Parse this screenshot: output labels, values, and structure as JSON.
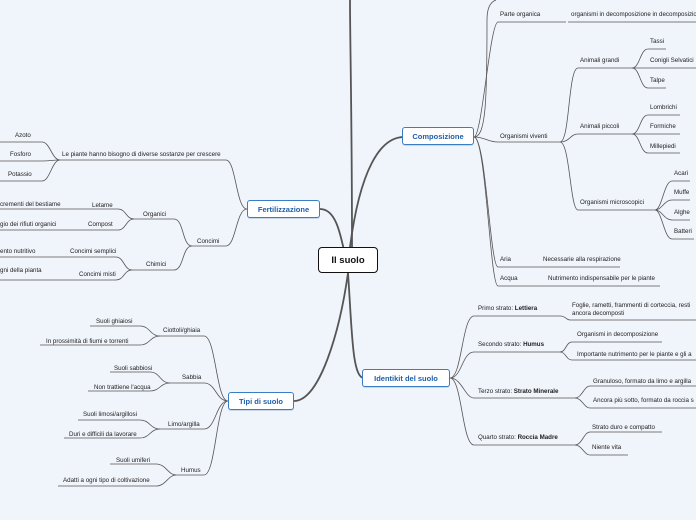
{
  "root": {
    "label": "Il suolo"
  },
  "branches": {
    "composizione": {
      "label": "Composizione",
      "items": {
        "parte_organica": {
          "label": "Parte organica",
          "value": "organismi in decomposizione in decomposizione"
        },
        "organismi_viventi": {
          "label": "Organismi viventi",
          "animali_grandi": {
            "label": "Animali grandi",
            "items": [
              "Tassi",
              "Conigli Selvatici",
              "Talpe"
            ]
          },
          "animali_piccoli": {
            "label": "Animali piccoli",
            "items": [
              "Lombrichi",
              "Formiche",
              "Millepiedi"
            ]
          },
          "organismi_microscopici": {
            "label": "Organismi microscopici",
            "items": [
              "Acari",
              "Muffe",
              "Alghe",
              "Batteri"
            ]
          }
        },
        "aria": {
          "label": "Aria",
          "value": "Necessarie alla respirazione"
        },
        "acqua": {
          "label": "Acqua",
          "value": "Nutrimento indispensabile per le piante"
        }
      }
    },
    "identikit": {
      "label": "Identikit del suolo",
      "strati": [
        {
          "prefix": "Primo strato: ",
          "name": "Lettiera",
          "details": [
            "Foglie, rametti, frammenti di corteccia, resti ancora decomposti"
          ]
        },
        {
          "prefix": "Secondo strato: ",
          "name": "Humus",
          "details": [
            "Organismi in decomposizione",
            "Importante nutrimento per le piante e gli a"
          ]
        },
        {
          "prefix": "Terzo strato: ",
          "name": "Strato Minerale",
          "details": [
            "Granuloso, formato da limo e argilla",
            "Ancora più sotto, formato da roccia s"
          ]
        },
        {
          "prefix": "Quarto strato: ",
          "name": "Roccia Madre",
          "details": [
            "Strato duro e compatto",
            "Niente vita"
          ]
        }
      ]
    },
    "fertilizzazione": {
      "label": "Fertilizzazione",
      "sostanze": {
        "label": "Le piante hanno bisogno di diverse sostanze per crescere",
        "items": [
          "Azoto",
          "Fosforo",
          "Potassio"
        ]
      },
      "concimi": {
        "label": "Concimi",
        "organici": {
          "label": "Organici",
          "letame": {
            "label": "Letame",
            "detail": "crementi del bestiame"
          },
          "compost": {
            "label": "Compost",
            "detail": "gio dei rifiuti organici"
          }
        },
        "chimici": {
          "label": "Chimici",
          "semplici": {
            "label": "Concimi semplici",
            "detail": "ento nutritivo"
          },
          "misti": {
            "label": "Concimi misti",
            "detail": "gni della pianta"
          }
        }
      }
    },
    "tipi": {
      "label": "Tipi di suolo",
      "items": [
        {
          "label": "Ciottoli/ghiaia",
          "details": [
            "Suoli ghiaiosi",
            "In prossimità di fiumi e torrenti"
          ]
        },
        {
          "label": "Sabbia",
          "details": [
            "Suoli sabbiosi",
            "Non trattiene l'acqua"
          ]
        },
        {
          "label": "Limo/argilla",
          "details": [
            "Suoli limosi/argillosi",
            "Duri e difficili da lavorare"
          ]
        },
        {
          "label": "Humus",
          "details": [
            "Suoli umiferi",
            "Adatti a ogni tipo di coltivazione"
          ]
        }
      ]
    }
  },
  "colors": {
    "root_border": "#111111",
    "main_border": "#3b7dc4",
    "main_text": "#1d5fa8",
    "line": "#555555",
    "background": "#f0f4fb"
  }
}
